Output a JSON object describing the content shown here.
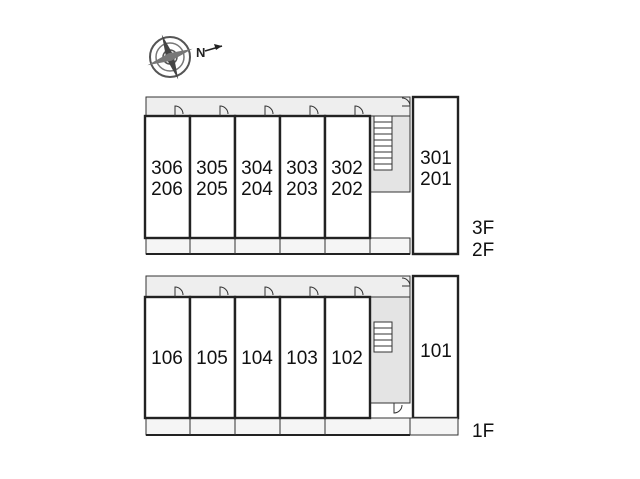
{
  "compass": {
    "icon": "compass-rose-icon",
    "north_label": "N"
  },
  "floors": {
    "upper": {
      "label_top": "3F",
      "label_bottom": "2F"
    },
    "ground": {
      "label": "1F"
    }
  },
  "upper_units": {
    "u306": {
      "top": "306",
      "bottom": "206"
    },
    "u305": {
      "top": "305",
      "bottom": "205"
    },
    "u304": {
      "top": "304",
      "bottom": "204"
    },
    "u303": {
      "top": "303",
      "bottom": "203"
    },
    "u302": {
      "top": "302",
      "bottom": "202"
    },
    "u301": {
      "top": "301",
      "bottom": "201"
    }
  },
  "ground_units": {
    "u106": "106",
    "u105": "105",
    "u104": "104",
    "u103": "103",
    "u102": "102",
    "u101": "101"
  },
  "colors": {
    "line": "#222222",
    "corridor": "#e9e9e9",
    "unit_fill": "#ffffff"
  }
}
